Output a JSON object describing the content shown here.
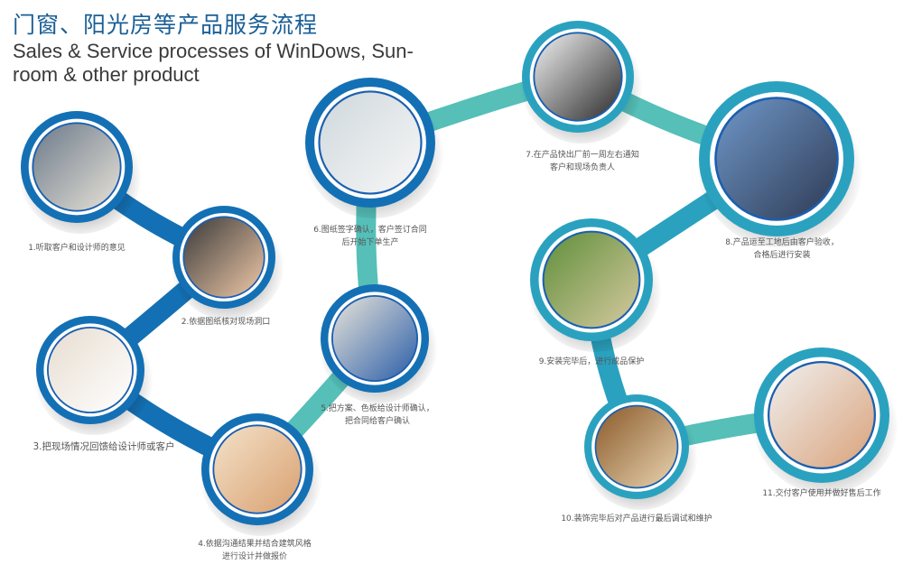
{
  "header": {
    "title_cn": "门窗、阳光房等产品服务流程",
    "title_en": "Sales & Service processes of WinDows, Sun-room & other product"
  },
  "colors": {
    "blue": "#1470b4",
    "teal": "#2aa2bf",
    "connector": "#55bfb8",
    "title": "#1a5f96"
  },
  "steps": [
    {
      "line1": "1.听取客户和设计师的意见",
      "line2": "",
      "photo": "meeting-photo"
    },
    {
      "line1": "2.依据图纸核对现场洞口",
      "line2": "",
      "photo": "tape-measure-photo"
    },
    {
      "line1": "3.把现场情况回馈给设计师或客户",
      "line2": "",
      "photo": "tablet-sketch-photo"
    },
    {
      "line1": "4.依据沟通结果并结合建筑风格",
      "line2": "进行设计并做报价",
      "photo": "blueprint-drawing-photo"
    },
    {
      "line1": "5.把方案、色板给设计师确认，",
      "line2": "把合同给客户确认",
      "photo": "engineers-plan-photo"
    },
    {
      "line1": "6.图纸签字确认，客户签订合同",
      "line2": "后开始下单生产",
      "photo": "factory-worker-photo"
    },
    {
      "line1": "7.在产品快出厂前一周左右通知",
      "line2": "客户和现场负责人",
      "photo": "phone-call-photo"
    },
    {
      "line1": "8.产品运至工地后由客户验收，",
      "line2": "合格后进行安装",
      "photo": "installation-photo"
    },
    {
      "line1": "9.安装完毕后，进行成品保护",
      "line2": "",
      "photo": "window-cleaning-photo"
    },
    {
      "line1": "10.装饰完毕后对产品进行最后调试和维护",
      "line2": "",
      "photo": "door-handle-photo"
    },
    {
      "line1": "11.交付客户使用并做好售后工作",
      "line2": "",
      "photo": "handshake-photo"
    }
  ]
}
